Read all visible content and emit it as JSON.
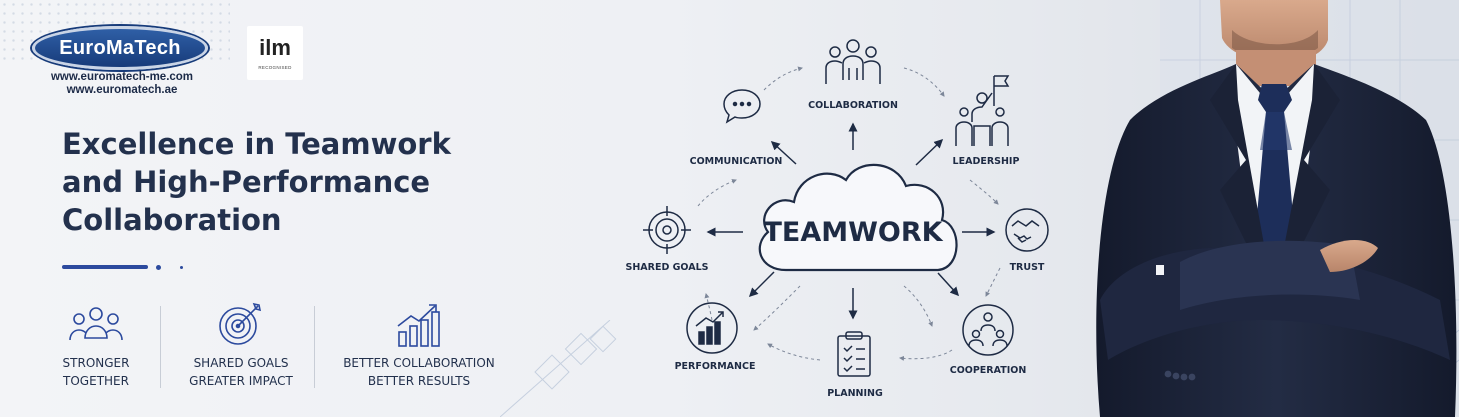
{
  "brand": {
    "logo_text": "EuroMaTech",
    "urls": [
      "www.euromatech-me.com",
      "www.euromatech.ae"
    ],
    "badge_text": "ilm",
    "badge_sub": "RECOGNISED"
  },
  "headline": [
    "Excellence in  Teamwork",
    "and High-Performance",
    "Collaboration"
  ],
  "features": [
    {
      "icon": "team-icon",
      "lines": [
        "STRONGER",
        "TOGETHER"
      ]
    },
    {
      "icon": "target-icon",
      "lines": [
        "SHARED GOALS",
        "GREATER IMPACT"
      ]
    },
    {
      "icon": "growth-chart-icon",
      "lines": [
        "BETTER COLLABORATION",
        "BETTER RESULTS"
      ]
    }
  ],
  "diagram": {
    "center": "TEAMWORK",
    "nodes": [
      {
        "label": "COLLABORATION",
        "icon": "team-icon"
      },
      {
        "label": "LEADERSHIP",
        "icon": "leader-flag-icon"
      },
      {
        "label": "TRUST",
        "icon": "handshake-icon"
      },
      {
        "label": "COOPERATION",
        "icon": "network-people-icon"
      },
      {
        "label": "PLANNING",
        "icon": "clipboard-icon"
      },
      {
        "label": "PERFORMANCE",
        "icon": "bar-chart-icon"
      },
      {
        "label": "SHARED GOALS",
        "icon": "target-icon"
      },
      {
        "label": "COMMUNICATION",
        "icon": "chat-bubble-icon"
      }
    ]
  },
  "colors": {
    "navy": "#1e2b44",
    "accent": "#2c4a9e",
    "suit": "#1b2236"
  }
}
